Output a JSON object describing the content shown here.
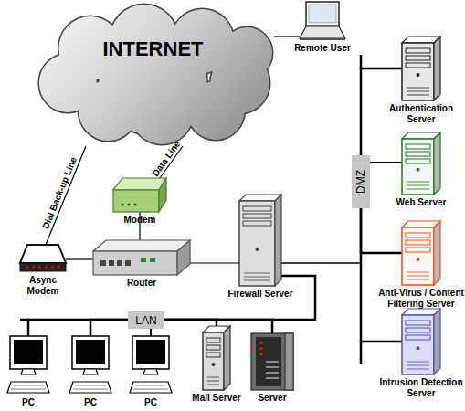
{
  "diagram": {
    "nodes": [
      {
        "text": [
          "INTERNET"
        ]
      },
      {
        "text": [
          "Remote User"
        ]
      },
      {
        "text": [
          "Authentication Server"
        ]
      },
      {
        "text": [
          "Web Server"
        ]
      },
      {
        "text": [
          "DMZ"
        ]
      },
      {
        "text": [
          "Modem"
        ]
      },
      {
        "text": [
          "Async Modem"
        ]
      },
      {
        "text": [
          "Router"
        ]
      },
      {
        "text": [
          "Firewall Server"
        ]
      },
      {
        "text": [
          "Anti-Virus / Content Filtering Server"
        ]
      },
      {
        "text": [
          "Intrusion Detection Server"
        ]
      },
      {
        "text": [
          "LAN"
        ]
      },
      {
        "text": [
          "PC"
        ]
      },
      {
        "text": [
          "PC"
        ]
      },
      {
        "text": [
          "PC"
        ]
      },
      {
        "text": [
          "Mail Server"
        ]
      },
      {
        "text": [
          "Server"
        ]
      }
    ],
    "edges": [
      {
        "from": 0,
        "to": 1,
        "arrow": "none"
      },
      {
        "from": 0,
        "to": 6,
        "label": "Dial Back-up Line",
        "arrow": "none"
      },
      {
        "from": 0,
        "to": 5,
        "label": "Data Line",
        "arrow": "none"
      },
      {
        "from": 5,
        "to": 7,
        "arrow": "none"
      },
      {
        "from": 6,
        "to": 7,
        "arrow": "none"
      },
      {
        "from": 7,
        "to": 8,
        "arrow": "none"
      },
      {
        "from": 8,
        "to": 4,
        "arrow": "none"
      },
      {
        "from": 4,
        "to": 2,
        "arrow": "none"
      },
      {
        "from": 4,
        "to": 3,
        "arrow": "none"
      },
      {
        "from": 4,
        "to": 9,
        "arrow": "none"
      },
      {
        "from": 4,
        "to": 10,
        "arrow": "none"
      },
      {
        "from": 8,
        "to": 11,
        "arrow": "none"
      },
      {
        "from": 11,
        "to": 12,
        "arrow": "none"
      },
      {
        "from": 11,
        "to": 13,
        "arrow": "none"
      },
      {
        "from": 11,
        "to": 14,
        "arrow": "none"
      },
      {
        "from": 11,
        "to": 15,
        "arrow": "none"
      },
      {
        "from": 11,
        "to": 16,
        "arrow": "none"
      }
    ]
  }
}
